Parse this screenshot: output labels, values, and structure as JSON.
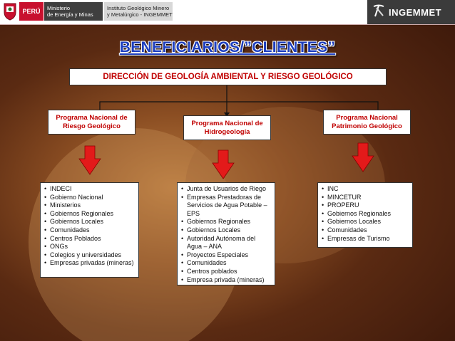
{
  "header": {
    "peru": "PERÚ",
    "ministry_lines": [
      "Ministerio",
      "de Energía y Minas"
    ],
    "institute_lines": [
      "Instituto Geológico Minero",
      "y Metalúrgico - INGEMMET"
    ],
    "brand": "INGEMMET"
  },
  "title": "BENEFICIARIOS/”CLIENTES”",
  "direction": "DIRECCIÓN DE GEOLOGÍA  AMBIENTAL Y RIESGO GEOLÓGICO",
  "programs": [
    {
      "label": "Programa Nacional de Riesgo Geológico"
    },
    {
      "label": "Programa Nacional de Hidrogeología"
    },
    {
      "label": "Programa Nacional Patrimonio Geológico"
    }
  ],
  "lists": [
    [
      "INDECI",
      "Gobierno Nacional",
      "Ministerios",
      "Gobiernos Regionales",
      "Gobiernos Locales",
      "Comunidades",
      "Centros Poblados",
      "ONGs",
      "Colegios y universidades",
      "Empresas privadas (mineras)"
    ],
    [
      "Junta de Usuarios de Riego",
      "Empresas Prestadoras de Servicios de Agua Potable – EPS",
      "Gobiernos Regionales",
      "Gobiernos Locales",
      "Autoridad Autónoma del Agua – ANA",
      "Proyectos Especiales",
      "Comunidades",
      "Centros poblados",
      "Empresa privada (mineras)"
    ],
    [
      "INC",
      "MINCETUR",
      "PROPERU",
      "Gobiernos Regionales",
      "Gobiernos Locales",
      "Comunidades",
      " Empresas de Turismo"
    ]
  ],
  "colors": {
    "title": "#1e3fbf",
    "accent_red": "#c00000",
    "arrow_red": "#e31a1a"
  }
}
